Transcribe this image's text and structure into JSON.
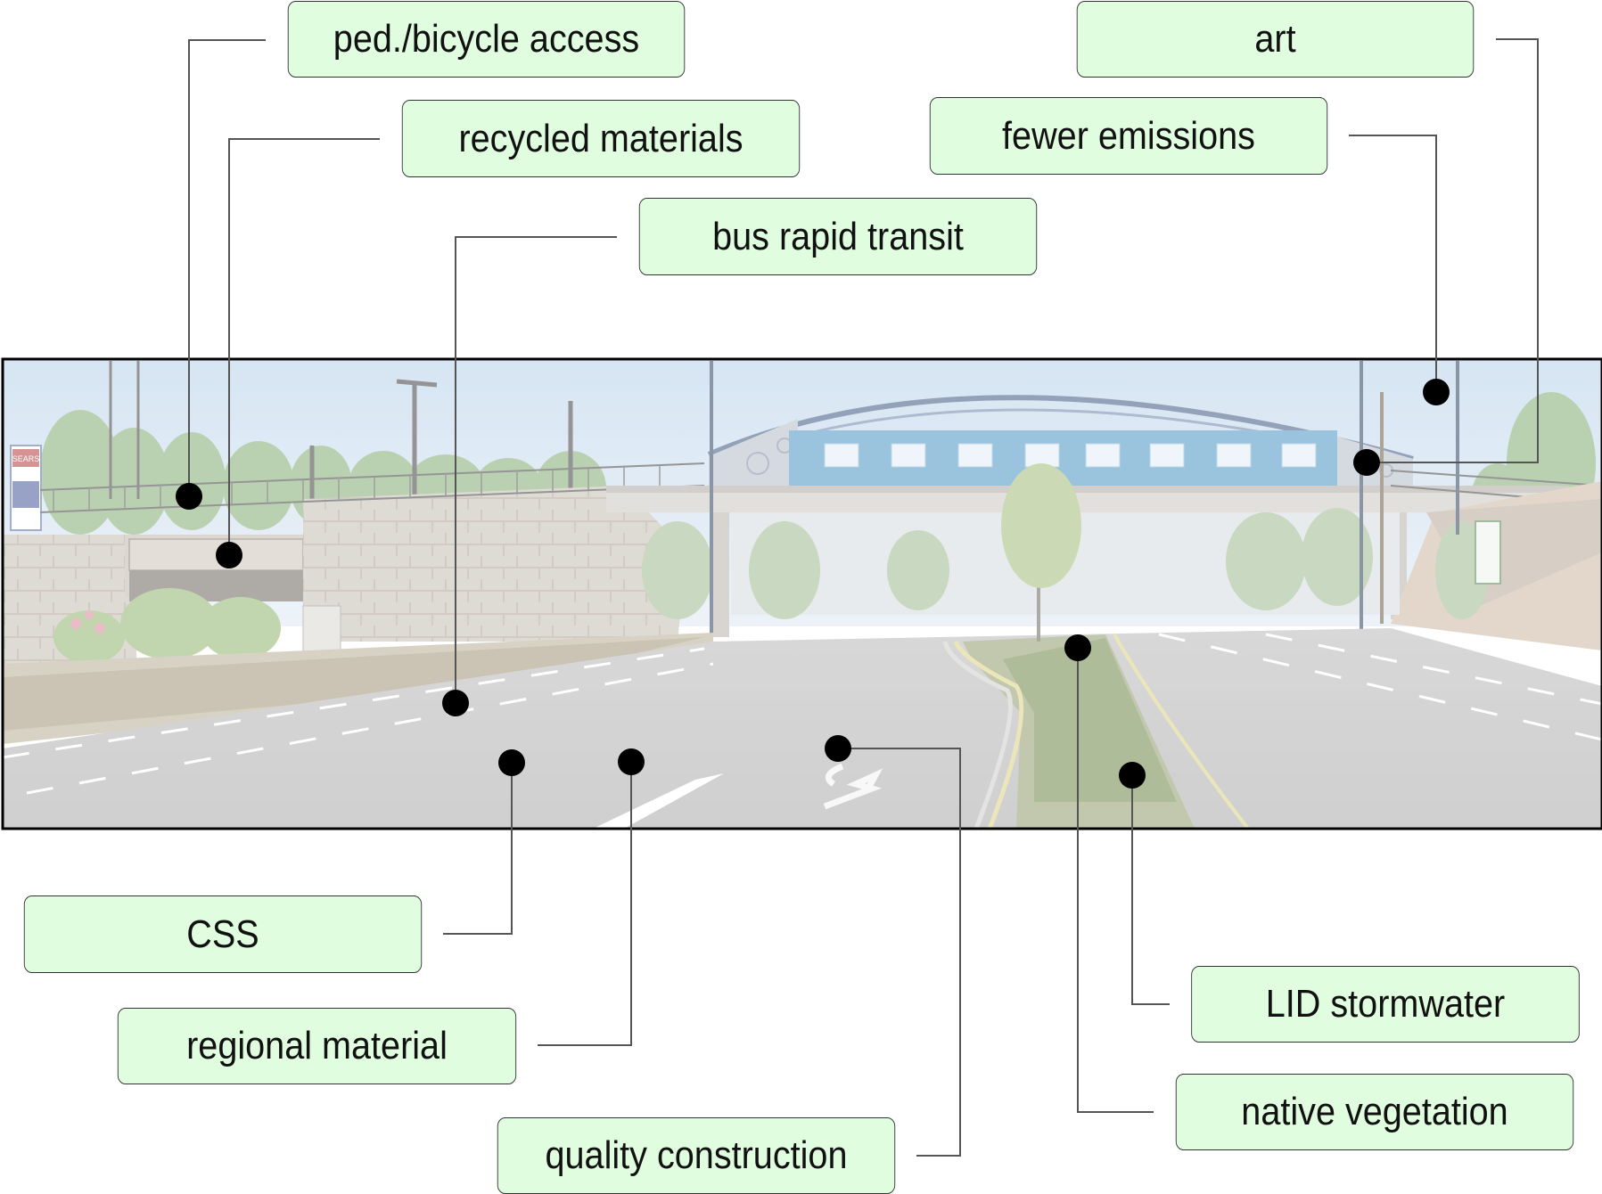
{
  "diagram": {
    "labels": {
      "ped_bicycle": "ped./bicycle access",
      "recycled": "recycled materials",
      "bus_rapid": "bus rapid transit",
      "art": "art",
      "fewer_emissions": "fewer emissions",
      "css": "CSS",
      "regional": "regional material",
      "quality": "quality construction",
      "lid": "LID stormwater",
      "native": "native vegetation"
    },
    "photo": {
      "store_sign": "SEARS"
    },
    "colors": {
      "box_fill": "#e0fde0",
      "box_border": "#333333",
      "leader_line": "#555555",
      "marker": "#000000"
    }
  }
}
